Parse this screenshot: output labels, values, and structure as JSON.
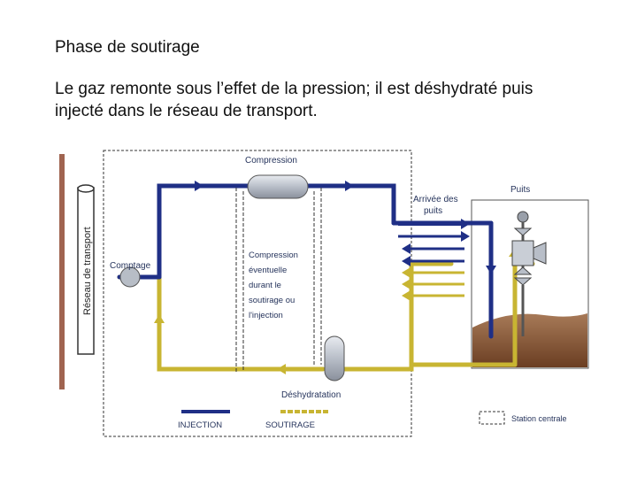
{
  "slide": {
    "title": "Phase de soutirage",
    "body": "Le gaz remonte sous l’effet de la pression; il est déshydraté puis injecté dans le réseau de transport."
  },
  "diagram": {
    "labels": {
      "compression": "Compression",
      "comptage": "Comptage",
      "reseau": "Réseau de transport",
      "compression_note": [
        "Compression",
        "éventuelle",
        "durant le",
        "soutirage ou",
        "l'injection"
      ],
      "deshydratation": "Déshydratation",
      "arrivee_puits": [
        "Arrivée des",
        "puits"
      ],
      "puits": "Puits",
      "legend_injection": "INJECTION",
      "legend_soutirage": "SOUTIRAGE",
      "legend_station": "Station centrale"
    },
    "colors": {
      "injection": "#1f2f86",
      "soutirage": "#c8b532",
      "soil": "#7a4a2c",
      "ground_rod": "#a06450",
      "label": "#26345c"
    }
  }
}
